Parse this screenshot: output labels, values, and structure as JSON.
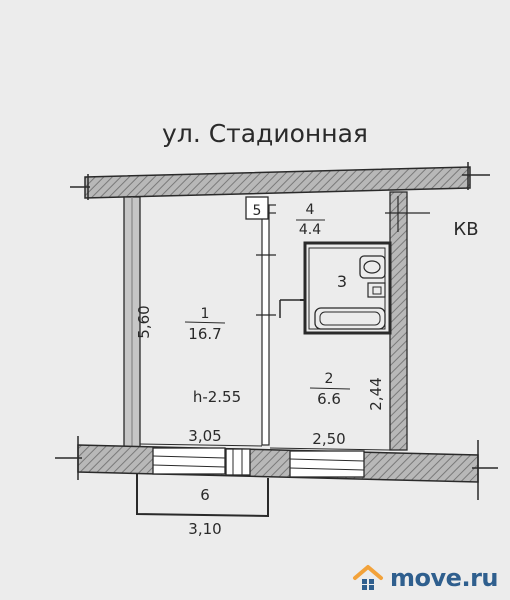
{
  "street": "ул. Стадионная",
  "apartment_label": "КВ",
  "ceiling_height": "h-2.55",
  "rooms": [
    {
      "number": "1",
      "area": "16.7"
    },
    {
      "number": "2",
      "area": "6.6"
    },
    {
      "number": "3"
    },
    {
      "number": "4",
      "area": "4.4"
    },
    {
      "number": "5"
    },
    {
      "number": "6"
    }
  ],
  "dimensions": {
    "room1_height": "5,60",
    "room1_width": "3,05",
    "room2_width": "2,50",
    "room2_height": "2,44",
    "balcony_width": "3,10"
  },
  "watermark": "move.ru",
  "colors": {
    "wall": "#8a8a8a",
    "line": "#2a2a2a",
    "brand": "#2f5f8e",
    "house": "#f2a23a"
  }
}
